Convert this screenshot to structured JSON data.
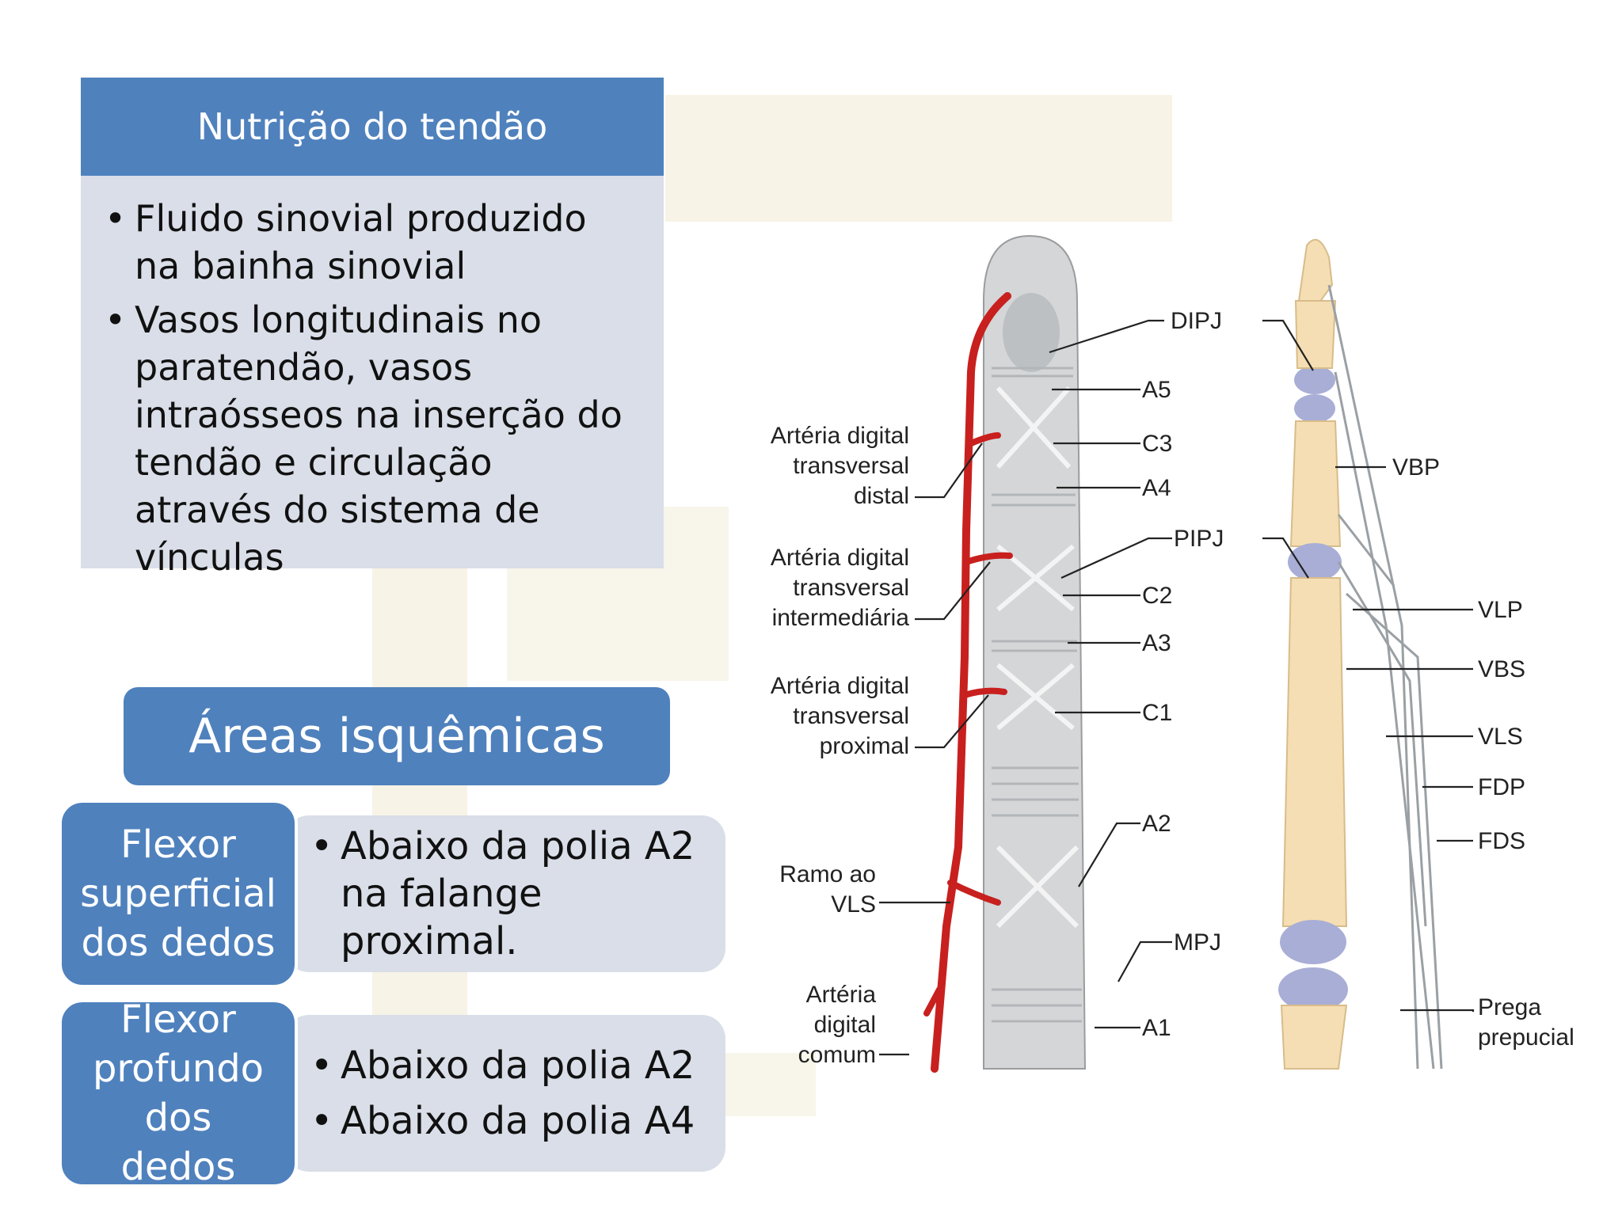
{
  "nutrition": {
    "title": "Nutrição do tendão",
    "bullets": [
      "Fluido sinovial produzido na bainha sinovial",
      "Vasos longitudinais no paratendão, vasos intraósseos na inserção do tendão e circulação através do sistema de vínculas"
    ]
  },
  "ischemic": {
    "title": "Áreas isquêmicas",
    "rows": [
      {
        "label": "Flexor superficial dos dedos",
        "bullets": [
          "Abaixo da polia A2 na falange proximal."
        ]
      },
      {
        "label": "Flexor profundo dos dedos",
        "bullets": [
          "Abaixo da polia A2",
          "Abaixo da polia A4"
        ]
      }
    ]
  },
  "diagram": {
    "left_labels": {
      "distal": [
        "Artéria digital",
        "transversal",
        "distal"
      ],
      "intermediate": [
        "Artéria digital",
        "transversal",
        "intermediária"
      ],
      "proximal": [
        "Artéria digital",
        "transversal",
        "proximal"
      ],
      "vls_branch": [
        "Ramo ao",
        "VLS"
      ],
      "common": [
        "Artéria",
        "digital",
        "comum"
      ]
    },
    "pulley_labels": [
      "DIPJ",
      "A5",
      "C3",
      "A4",
      "PIPJ",
      "C2",
      "A3",
      "C1",
      "A2",
      "MPJ",
      "A1"
    ],
    "right_labels": [
      "VBP",
      "VLP",
      "VBS",
      "VLS",
      "FDP",
      "FDS",
      "Prega",
      "prepucial"
    ],
    "colors": {
      "artery": "#c8201e",
      "bone": "#f5deb3",
      "cartilage": "#a9aed6",
      "sheath": "#c9ccce"
    }
  }
}
